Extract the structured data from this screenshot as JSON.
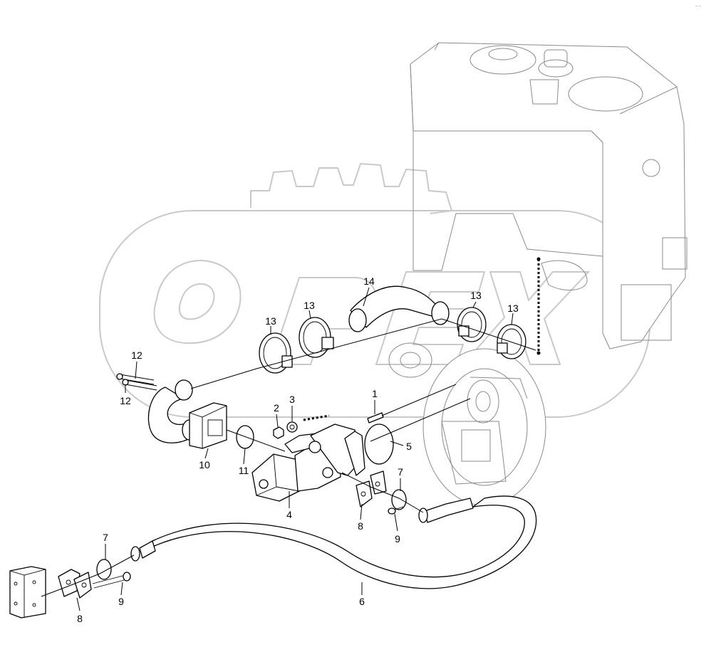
{
  "diagram": {
    "callouts": [
      {
        "id": "c1",
        "label": "1"
      },
      {
        "id": "c2",
        "label": "2"
      },
      {
        "id": "c3",
        "label": "3"
      },
      {
        "id": "c4",
        "label": "4"
      },
      {
        "id": "c5",
        "label": "5"
      },
      {
        "id": "c6",
        "label": "6"
      },
      {
        "id": "c7a",
        "label": "7"
      },
      {
        "id": "c7b",
        "label": "7"
      },
      {
        "id": "c8a",
        "label": "8"
      },
      {
        "id": "c8b",
        "label": "8"
      },
      {
        "id": "c9a",
        "label": "9"
      },
      {
        "id": "c9b",
        "label": "9"
      },
      {
        "id": "c10",
        "label": "10"
      },
      {
        "id": "c11",
        "label": "11"
      },
      {
        "id": "c12a",
        "label": "12"
      },
      {
        "id": "c12b",
        "label": "12"
      },
      {
        "id": "c13a",
        "label": "13"
      },
      {
        "id": "c13b",
        "label": "13"
      },
      {
        "id": "c13c",
        "label": "13"
      },
      {
        "id": "c13d",
        "label": "13"
      },
      {
        "id": "c14",
        "label": "14"
      }
    ],
    "watermark": "OPEX",
    "corner_code": "-- --"
  },
  "colors": {
    "line": "#000000",
    "ghost": "#8a8a8a",
    "watermark": "#c9c9c9"
  }
}
